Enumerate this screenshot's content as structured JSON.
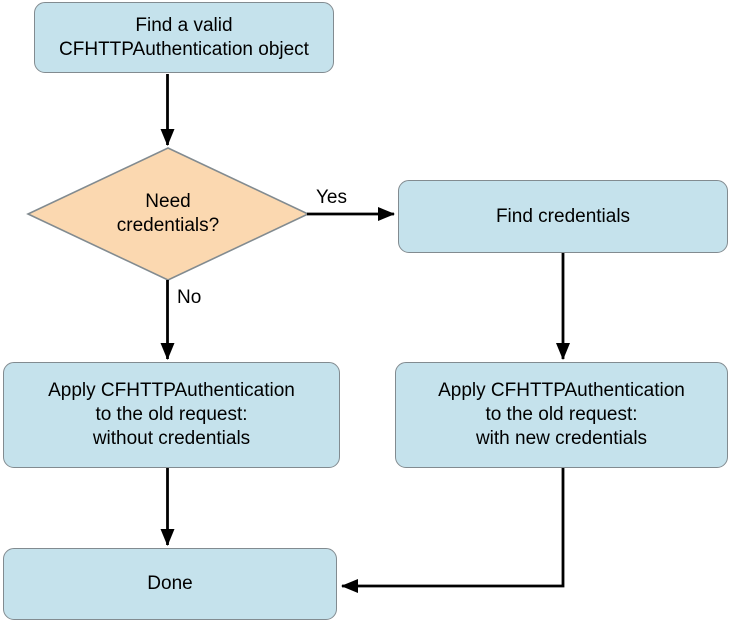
{
  "diagram": {
    "type": "flowchart",
    "background": "#ffffff",
    "colors": {
      "process_fill": "#c5e2ec",
      "decision_fill": "#fbd8b0",
      "node_border": "#828b90",
      "arrow": "#000000",
      "text": "#000000"
    },
    "nodes": {
      "start": {
        "shape": "rounded-rect",
        "lines": [
          "Find a valid",
          "CFHTTPAuthentication object"
        ]
      },
      "decision": {
        "shape": "diamond",
        "lines": [
          "Need",
          "credentials?"
        ]
      },
      "find_credentials": {
        "shape": "rounded-rect",
        "label": "Find credentials"
      },
      "apply_without": {
        "shape": "rounded-rect",
        "lines": [
          "Apply CFHTTPAuthentication",
          "to the old request:",
          "without credentials"
        ]
      },
      "apply_with": {
        "shape": "rounded-rect",
        "lines": [
          "Apply CFHTTPAuthentication",
          "to the old request:",
          "with new credentials"
        ]
      },
      "done": {
        "shape": "rounded-rect",
        "label": "Done"
      }
    },
    "edges": [
      {
        "from": "start",
        "to": "decision",
        "label": ""
      },
      {
        "from": "decision",
        "to": "find_credentials",
        "label": "Yes"
      },
      {
        "from": "decision",
        "to": "apply_without",
        "label": "No"
      },
      {
        "from": "find_credentials",
        "to": "apply_with",
        "label": ""
      },
      {
        "from": "apply_without",
        "to": "done",
        "label": ""
      },
      {
        "from": "apply_with",
        "to": "done",
        "label": ""
      }
    ]
  }
}
